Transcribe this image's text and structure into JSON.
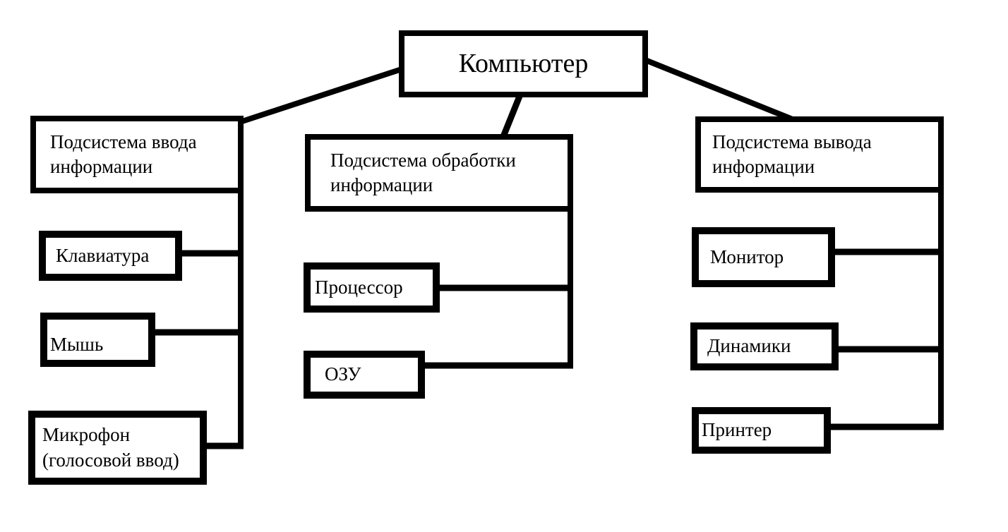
{
  "diagram": {
    "root": {
      "label": "Компьютер"
    },
    "branches": [
      {
        "label": "Подсистема ввода информации",
        "children": [
          "Клавиатура",
          "Мышь",
          "Микрофон (голосовой ввод)"
        ]
      },
      {
        "label": "Подсистема обработки информации",
        "children": [
          "Процессор",
          "ОЗУ"
        ]
      },
      {
        "label": "Подсистема вывода информации",
        "children": [
          "Монитор",
          "Динамики",
          "Принтер"
        ]
      }
    ]
  },
  "colors": {
    "line": "#000000",
    "background": "#ffffff",
    "text": "#000000"
  }
}
